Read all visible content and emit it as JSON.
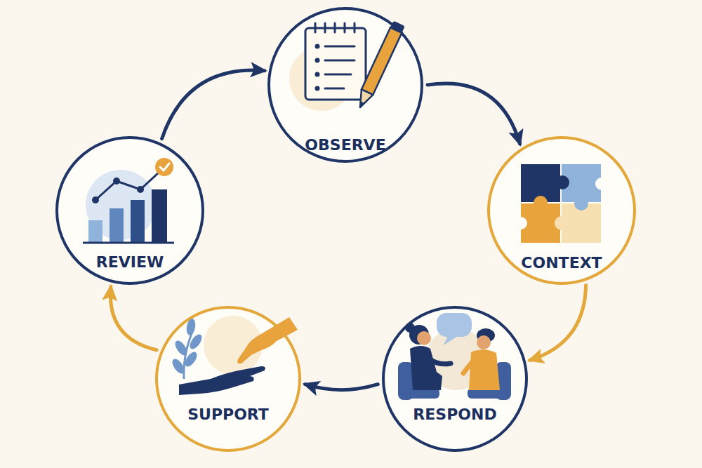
{
  "diagram": {
    "nodes": [
      {
        "text": [
          "OBSERVE"
        ]
      },
      {
        "text": [
          "CONTEXT"
        ]
      },
      {
        "text": [
          "RESPOND"
        ]
      },
      {
        "text": [
          "SUPPORT"
        ]
      },
      {
        "text": [
          "REVIEW"
        ]
      }
    ],
    "edges": [
      {
        "from": 0,
        "to": 1,
        "arrow": "to"
      },
      {
        "from": 1,
        "to": 2,
        "arrow": "to"
      },
      {
        "from": 2,
        "to": 3,
        "arrow": "to"
      },
      {
        "from": 3,
        "to": 4,
        "arrow": "to"
      },
      {
        "from": 4,
        "to": 0,
        "arrow": "to"
      }
    ]
  }
}
